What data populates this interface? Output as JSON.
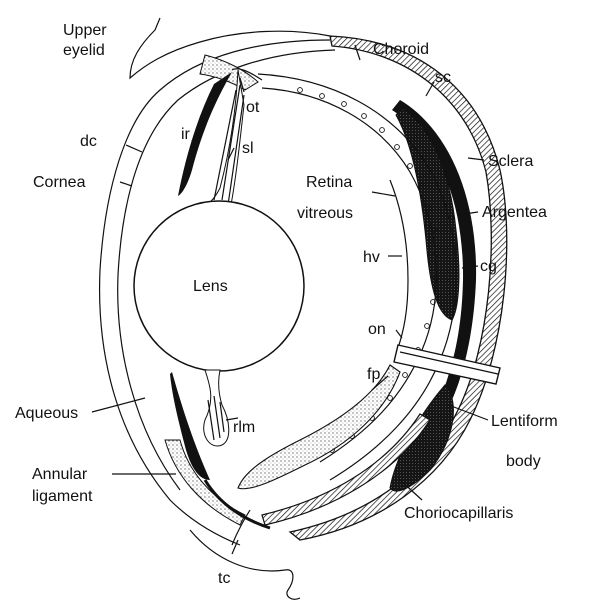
{
  "labels": {
    "upper_eyelid_1": "Upper",
    "upper_eyelid_2": "eyelid",
    "choroid": "Choroid",
    "sc": "sc",
    "ot": "ot",
    "dc": "dc",
    "ir": "ir",
    "sl": "sl",
    "sclera": "Sclera",
    "cornea": "Cornea",
    "retina_vitreous_1": "Retina",
    "retina_vitreous_2": "vitreous",
    "argentea": "Argentea",
    "hv": "hv",
    "cg": "cg",
    "lens": "Lens",
    "on": "on",
    "fp": "fp",
    "aqueous": "Aqueous",
    "rlm": "rlm",
    "lentiform_1": "Lentiform",
    "lentiform_2": "body",
    "annular_1": "Annular",
    "annular_2": "ligament",
    "choriocapillaris": "Choriocapillaris",
    "tc": "tc"
  }
}
